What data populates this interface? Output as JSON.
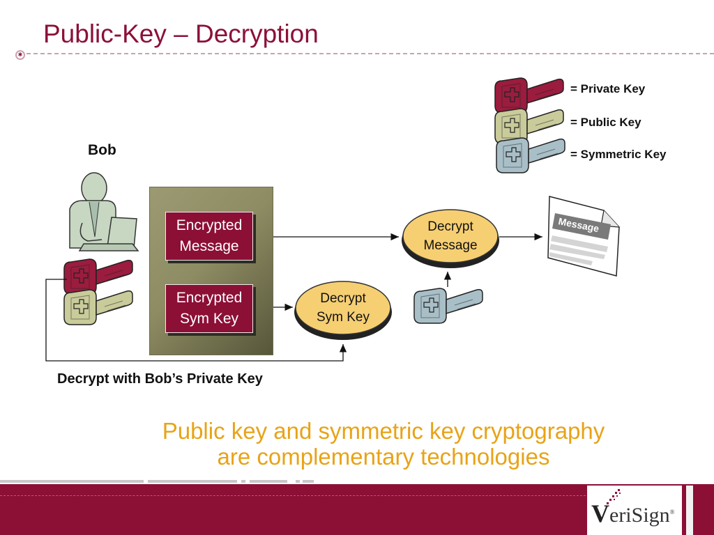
{
  "slide": {
    "title": "Public-Key – Decryption",
    "tagline_line1": "Public key and symmetric key cryptography",
    "tagline_line2": "are complementary technologies"
  },
  "legend": {
    "private_key": "= Private Key",
    "public_key": "= Public Key",
    "symmetric_key": "= Symmetric Key"
  },
  "diagram": {
    "person_label": "Bob",
    "encrypted_message": [
      "Encrypted",
      "Message"
    ],
    "encrypted_sym_key": [
      "Encrypted",
      "Sym Key"
    ],
    "decrypt_message": [
      "Decrypt",
      "Message"
    ],
    "decrypt_sym_key": [
      "Decrypt",
      "Sym Key"
    ],
    "document_label": "Message",
    "caption": "Decrypt with Bob’s Private Key"
  },
  "footer": {
    "logo_prefix": "V",
    "logo_rest": "eriSign",
    "logo_mark": "®"
  },
  "colors": {
    "title": "#8c1037",
    "private_key": "#9b1c3e",
    "public_key": "#c9cc9a",
    "symmetric_key": "#a9bfc8",
    "encrypted_box": "#8c0f36",
    "oval_fill": "#f6cf73",
    "tagline": "#e8a317",
    "footer": "#8c0f36"
  },
  "icons": [
    "key-icon",
    "person-at-laptop-icon",
    "document-icon",
    "verisign-checkmark-icon"
  ]
}
